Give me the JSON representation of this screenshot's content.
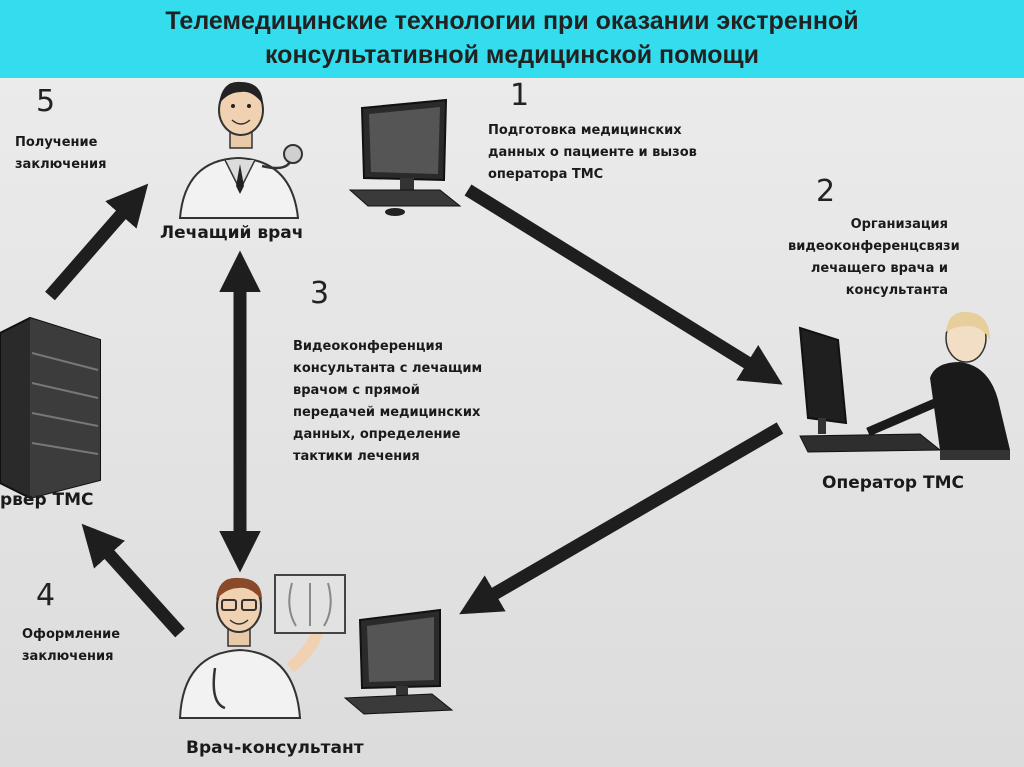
{
  "title": {
    "line1": "Телемедицинские технологии при оказании экстренной",
    "line2": "консультативной медицинской помощи"
  },
  "steps": [
    {
      "number": "1",
      "lines": [
        "Подготовка  медицинских",
        "данных о пациенте и вызов",
        "оператора ТМС"
      ]
    },
    {
      "number": "2",
      "lines": [
        "Организация",
        "видеоконференцсвязи",
        "лечащего врача и",
        "консультанта"
      ]
    },
    {
      "number": "3",
      "lines": [
        "Видеоконференция",
        "консультанта  с лечащим",
        "врачом  с прямой",
        "передачей медицинских",
        "данных, определение",
        "тактики лечения"
      ]
    },
    {
      "number": "4",
      "lines": [
        "Оформление",
        "заключения"
      ]
    },
    {
      "number": "5",
      "lines": [
        "Получение",
        "заключения"
      ]
    }
  ],
  "roles": {
    "attending_doctor": "Лечащий врач",
    "operator": "Оператор ТМС",
    "consultant": "Врач-консультант",
    "server": "рвер ТМС"
  },
  "colors": {
    "header_bg": "#33ddee",
    "arrow": "#1e1e1e",
    "text": "#1a1a1a"
  },
  "icons": [
    "doctor-figure",
    "computer-monitor",
    "server-tower",
    "operator-woman",
    "consultant-figure",
    "x-ray-board"
  ]
}
